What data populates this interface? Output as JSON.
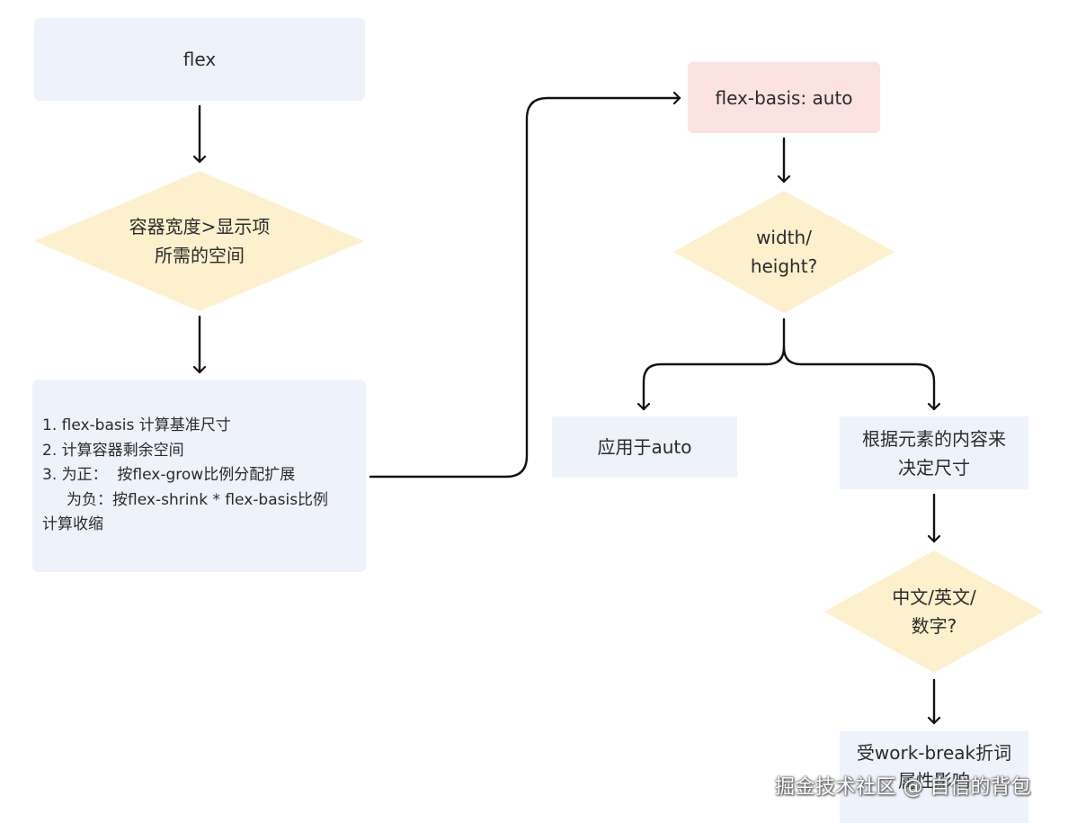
{
  "nodes": {
    "flex": "flex",
    "decision_space": "容器宽度>显示项\n所需的空间",
    "steps": [
      "1. flex-basis 计算基准尺寸",
      "2. 计算容器剩余空间",
      "3. 为正：  按flex-grow比例分配扩展",
      "     为负：按flex-shrink * flex-basis比例",
      "计算收缩"
    ],
    "flex_basis_auto": "flex-basis: auto",
    "decision_width_height": "width/\nheight?",
    "apply_auto": "应用于auto",
    "content_size": "根据元素的内容来\n决定尺寸",
    "decision_char_type": "中文/英文/\n数字?",
    "word_break_line1": "受work-break折词",
    "word_break_line2": "属性影响"
  },
  "watermark": "掘金技术社区 @ 自信的背包",
  "colors": {
    "box_blue": "#eef2fb",
    "box_pink": "#fde2e2",
    "diamond": "#fdf0cc",
    "arrow": "#111111"
  }
}
